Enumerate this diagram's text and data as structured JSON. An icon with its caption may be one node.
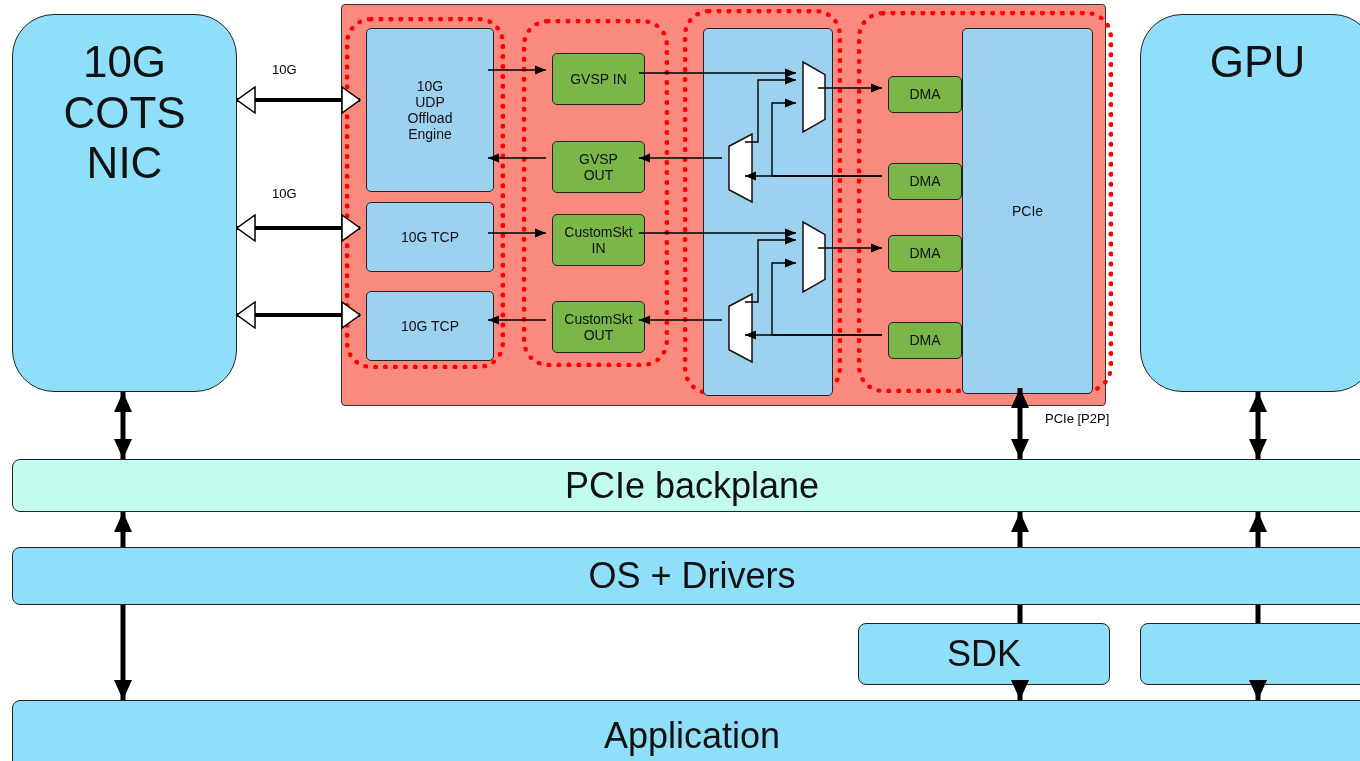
{
  "diagram": {
    "nodes": [
      {
        "text": [
          "10G COTS NIC"
        ]
      },
      {
        "text": [],
        "shape": "box"
      },
      {
        "text": [],
        "shape": "box",
        "in": 1
      },
      {
        "text": [
          "10G UDP Offload Engine"
        ],
        "in": 2
      },
      {
        "text": [
          "10G TCP"
        ],
        "in": 2
      },
      {
        "text": [
          "10G TCP"
        ],
        "in": 2
      },
      {
        "text": [],
        "shape": "box",
        "in": 1
      },
      {
        "text": [
          "GVSP IN"
        ],
        "in": 6
      },
      {
        "text": [
          "GVSP OUT"
        ],
        "in": 6
      },
      {
        "text": [
          "CustomSkt IN"
        ],
        "in": 6
      },
      {
        "text": [
          "CustomSkt OUT"
        ],
        "in": 6
      },
      {
        "text": [],
        "shape": "box",
        "in": 1
      },
      {
        "text": [],
        "shape": "box",
        "in": 11
      },
      {
        "text": [],
        "shape": "trapezoid",
        "in": 12
      },
      {
        "text": [],
        "shape": "trapezoid",
        "in": 12
      },
      {
        "text": [],
        "shape": "trapezoid",
        "in": 12
      },
      {
        "text": [],
        "shape": "trapezoid",
        "in": 12
      },
      {
        "text": [],
        "shape": "box",
        "in": 1
      },
      {
        "text": [
          "DMA"
        ],
        "in": 17
      },
      {
        "text": [
          "DMA"
        ],
        "in": 17
      },
      {
        "text": [
          "DMA"
        ],
        "in": 17
      },
      {
        "text": [
          "DMA"
        ],
        "in": 17
      },
      {
        "text": [
          "PCIe"
        ],
        "in": 17
      },
      {
        "text": [
          "GPU"
        ]
      },
      {
        "text": [
          "PCIe backplane"
        ]
      },
      {
        "text": [
          "OS + Drivers"
        ]
      },
      {
        "text": [
          "SDK"
        ]
      },
      {
        "text": [],
        "shape": "box"
      },
      {
        "text": [
          "Application"
        ]
      }
    ],
    "edges": [
      {
        "from": 0,
        "to": 3,
        "arrow": "both",
        "label": "10G",
        "style": "thick"
      },
      {
        "from": 0,
        "to": 4,
        "arrow": "both",
        "label": "10G",
        "style": "thick"
      },
      {
        "from": 0,
        "to": 5,
        "arrow": "both",
        "style": "thick"
      },
      {
        "from": 3,
        "to": 7,
        "arrow": "to"
      },
      {
        "from": 8,
        "to": 3,
        "arrow": "to"
      },
      {
        "from": 4,
        "to": 9,
        "arrow": "to"
      },
      {
        "from": 10,
        "to": 5,
        "arrow": "to"
      },
      {
        "from": 7,
        "to": 13,
        "arrow": "to"
      },
      {
        "from": 13,
        "to": 18,
        "arrow": "to"
      },
      {
        "from": 19,
        "to": 14,
        "arrow": "to"
      },
      {
        "from": 14,
        "to": 8,
        "arrow": "to"
      },
      {
        "from": 14,
        "to": 13,
        "arrow": "to"
      },
      {
        "from": 19,
        "to": 13,
        "arrow": "to"
      },
      {
        "from": 9,
        "to": 15,
        "arrow": "to"
      },
      {
        "from": 15,
        "to": 20,
        "arrow": "to"
      },
      {
        "from": 21,
        "to": 16,
        "arrow": "to"
      },
      {
        "from": 16,
        "to": 10,
        "arrow": "to"
      },
      {
        "from": 16,
        "to": 15,
        "arrow": "to"
      },
      {
        "from": 21,
        "to": 15,
        "arrow": "to"
      },
      {
        "from": 0,
        "to": 24,
        "arrow": "both",
        "style": "thick"
      },
      {
        "from": 22,
        "to": 24,
        "arrow": "both",
        "label": "PCIe [P2P]",
        "style": "thick"
      },
      {
        "from": 23,
        "to": 24,
        "arrow": "both",
        "style": "thick"
      },
      {
        "from": 25,
        "to": 24,
        "arrow": "to",
        "style": "thick"
      },
      {
        "from": 25,
        "to": 28,
        "arrow": "to",
        "style": "thick"
      },
      {
        "from": 25,
        "to": 24,
        "arrow": "to",
        "style": "thick"
      },
      {
        "from": 25,
        "to": 26,
        "arrow": "none",
        "style": "thick"
      },
      {
        "from": 26,
        "to": 28,
        "arrow": "to",
        "style": "thick"
      },
      {
        "from": 25,
        "to": 24,
        "arrow": "to",
        "style": "thick"
      },
      {
        "from": 25,
        "to": 27,
        "arrow": "none",
        "style": "thick"
      },
      {
        "from": 27,
        "to": 28,
        "arrow": "to",
        "style": "thick"
      }
    ]
  }
}
